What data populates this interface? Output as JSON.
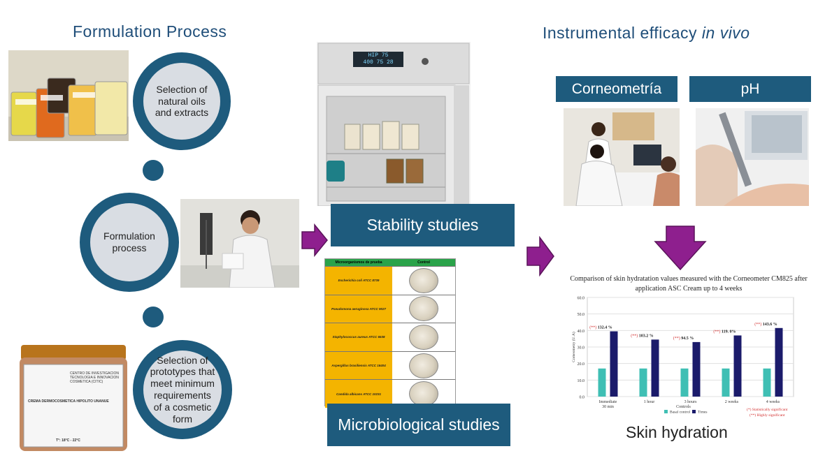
{
  "headings": {
    "formulation_process": "Formulation Process",
    "instrumental_prefix": "Instrumental efficacy ",
    "instrumental_italic": "in vivo"
  },
  "steps": [
    "Selection of natural oils and extracts",
    "Formulation process",
    "Selection of prototypes that meet minimum requirements of a cosmetic form"
  ],
  "boxes": {
    "stability": "Stability studies",
    "microbiological": "Microbiological studies",
    "corneometria": "Corneometría",
    "ph": "pH",
    "skin_hydration": "Skin hydration"
  },
  "incubator": {
    "display_top": "HIP 75",
    "display_bottom": "400 75 28"
  },
  "micro_table": {
    "headers": [
      "Microorganismos de prueba",
      "Control"
    ],
    "rows": [
      "Escherichia coli ATCC 8739",
      "Pseudomona aeruginosa ATCC 9027",
      "Staphylococcus aureus ATCC 6538",
      "Aspergillus brasiliensis ATCC 16404",
      "Candida albicans ATCC 10231"
    ]
  },
  "jar_label": {
    "brand": "CENTRO DE INVESTIGACION TECNOLOGIA E INNOVACION COSMETICA (CITIC)",
    "product": "CREMA DERMOCOSMETICA HIPOLITO UNANUE",
    "temp": "T°: 18°C - 22°C"
  },
  "colors": {
    "primary": "#1e5b7d",
    "arrow": "#8e1f8e",
    "bar_basal": "#3fbfb4",
    "bar_times": "#1b1b6b",
    "note_red": "#d32f2f"
  },
  "chart_data": {
    "type": "bar",
    "title": "Comparison of skin hydratation values measured with the Corneometer CM825 after application ASC Cream up to 4 weeks",
    "xlabel": "Controls",
    "ylabel": "Corneometry (U.A)",
    "ylim": [
      0,
      60
    ],
    "yticks": [
      "0.0",
      "10.0",
      "20.0",
      "30.0",
      "40.0",
      "50.0",
      "60.0"
    ],
    "categories": [
      "Immediate 30 min",
      "1 hour",
      "3 hours",
      "2 weeks",
      "4 weeks"
    ],
    "series": [
      {
        "name": "Basal control",
        "values": [
          17,
          17,
          17,
          17,
          17
        ]
      },
      {
        "name": "Times",
        "values": [
          39.5,
          34.5,
          33,
          37,
          41.5
        ]
      }
    ],
    "annotations": [
      {
        "sig": "(**)",
        "text": "132.4 %"
      },
      {
        "sig": "(**)",
        "text": "103.2 %"
      },
      {
        "sig": "(**)",
        "text": "94.5 %"
      },
      {
        "sig": "(**)",
        "text": "119. 0%"
      },
      {
        "sig": "(**)",
        "text": "143.6 %"
      }
    ],
    "notes": [
      "(*) Statistically significant",
      "(**) Highly significant"
    ],
    "grid": true,
    "legend": "bottom"
  }
}
